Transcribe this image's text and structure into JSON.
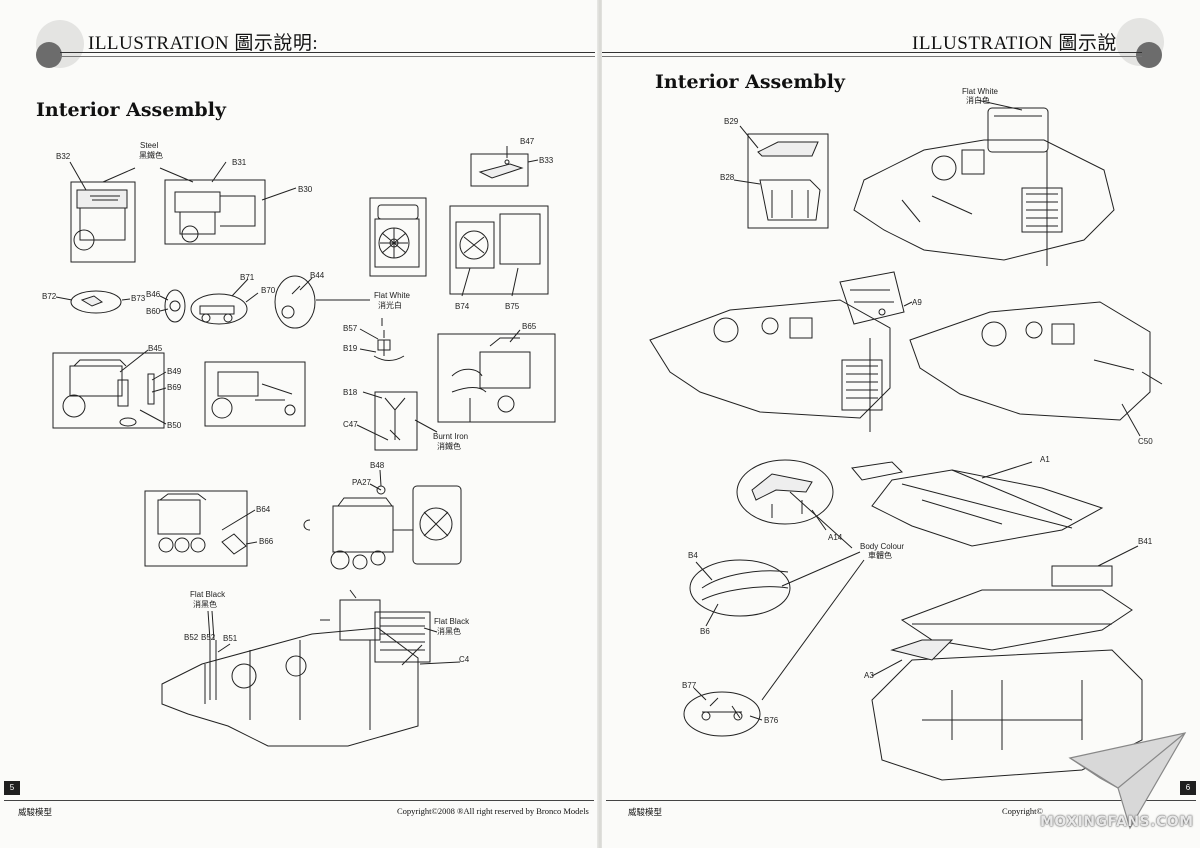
{
  "left_page": {
    "header_title": "ILLUSTRATION 圖示說明:",
    "section_title": "Interior Assembly",
    "page_number": "5",
    "footer_brand": "威駿模型",
    "footer_copyright": "Copyright©2008  ®All right reserved by Bronco Models",
    "callouts": [
      "B32",
      "B31",
      "B30",
      "B47",
      "B33",
      "B72",
      "B73",
      "B46",
      "B60",
      "B71",
      "B70",
      "B44",
      "B74",
      "B75",
      "B45",
      "B49",
      "B69",
      "B50",
      "B57",
      "B19",
      "B65",
      "B18",
      "C47",
      "B48",
      "PA27",
      "B64",
      "B66",
      "B52",
      "B52",
      "B51",
      "C4"
    ],
    "paint_notes": {
      "steel": "Steel",
      "steel_zh": "黑鐵色",
      "flat_white": "Flat White",
      "flat_white_zh": "消光白",
      "burnt_iron": "Burnt Iron",
      "burnt_iron_zh": "消鐵色",
      "flat_black_1": "Flat Black",
      "flat_black_1_zh": "消黑色",
      "flat_black_2": "Flat Black",
      "flat_black_2_zh": "消黑色"
    }
  },
  "right_page": {
    "header_title": "ILLUSTRATION 圖示說明:",
    "section_title": "Interior Assembly",
    "page_number": "6",
    "footer_brand": "威駿模型",
    "footer_copyright": "Copyright©",
    "callouts": [
      "B29",
      "B28",
      "A9",
      "C50",
      "A1",
      "A14",
      "B4",
      "B6",
      "B41",
      "A3",
      "B77",
      "B76"
    ],
    "paint_notes": {
      "flat_white": "Flat White",
      "flat_white_zh": "消白色",
      "body_colour": "Body Colour",
      "body_colour_zh": "車體色"
    }
  },
  "watermark": {
    "text": "MOXINGFANS.COM",
    "icon": "paper-plane-icon"
  },
  "colors": {
    "paper": "#fbfbf9",
    "ink": "#111111",
    "header_circle_dark": "#6c6c6c",
    "header_circle_light": "#e4e4e2"
  }
}
